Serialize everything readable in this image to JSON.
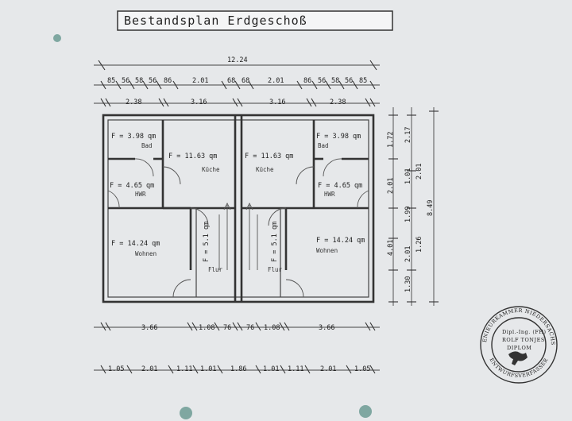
{
  "title": "Bestandsplan Erdgeschoß",
  "dims_total": "12.24",
  "dims_row1": [
    "85",
    "56",
    "58",
    "56",
    "86",
    "2.01",
    "68",
    "68",
    "2.01",
    "86",
    "56",
    "58",
    "56",
    "85"
  ],
  "dims_row2": [
    "2.38",
    "3.16",
    "3.16",
    "2.38"
  ],
  "dims_right_inner": [
    "1.72",
    "2.01",
    "1.99",
    "2.01",
    "1.30"
  ],
  "dims_right_mid": [
    "2.17",
    "1.01",
    "2.01",
    "1.26",
    "4.01"
  ],
  "dims_right_outer": "8.49",
  "dims_bottom1": [
    "3.66",
    "1.08",
    "76",
    "76",
    "1.08",
    "3.66"
  ],
  "dims_bottom2": [
    "1.05",
    "2.01",
    "1.11",
    "1.01",
    "1.86",
    "1.01",
    "1.11",
    "2.01",
    "1.05"
  ],
  "rooms": {
    "bad_l_area": "F = 3.98 qm",
    "bad_l_name": "Bad",
    "kueche_l_area": "F = 11.63 qm",
    "kueche_l_name": "Küche",
    "hwr_l_area": "F = 4.65 qm",
    "hwr_l_name": "HWR",
    "wohnen_l_area": "F = 14.24 qm",
    "wohnen_l_name": "Wohnen",
    "flur_l_area": "F = 5.1 qm",
    "flur_l_name": "Flur",
    "bad_r_area": "F = 3.98 qm",
    "bad_r_name": "Bad",
    "kueche_r_area": "F = 11.63 qm",
    "kueche_r_name": "Küche",
    "hwr_r_area": "F = 4.65 qm",
    "hwr_r_name": "HWR",
    "wohnen_r_area": "F = 14.24 qm",
    "wohnen_r_name": "Wohnen",
    "flur_r_area": "F = 5.1 qm",
    "flur_r_name": "Flur"
  },
  "stamp": {
    "top": "INGENIEURKAMMER NIEDERSACHSEN",
    "bottom": "ENTWURFSVERFASSER",
    "line1": "Dipl.-Ing. (FH)",
    "line2": "ROLF TONJES",
    "line3": "DIPLOM"
  }
}
